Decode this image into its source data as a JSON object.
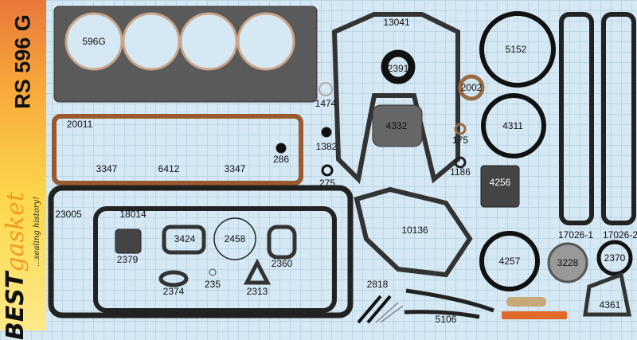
{
  "sidebar": {
    "part_code": "RS 596 G",
    "brand_best": "BEST",
    "brand_gasket": "gasket",
    "tagline": "...sealing history!"
  },
  "parts": [
    {
      "id": "596G"
    },
    {
      "id": "13041"
    },
    {
      "id": "5152"
    },
    {
      "id": "2391"
    },
    {
      "id": "2002"
    },
    {
      "id": "1474"
    },
    {
      "id": "20011"
    },
    {
      "id": "4332"
    },
    {
      "id": "4311"
    },
    {
      "id": "175"
    },
    {
      "id": "1382"
    },
    {
      "id": "3347"
    },
    {
      "id": "6412"
    },
    {
      "id": "3347"
    },
    {
      "id": "286"
    },
    {
      "id": "1186"
    },
    {
      "id": "275"
    },
    {
      "id": "4256"
    },
    {
      "id": "23005"
    },
    {
      "id": "18014"
    },
    {
      "id": "10136"
    },
    {
      "id": "3424"
    },
    {
      "id": "2458"
    },
    {
      "id": "2379"
    },
    {
      "id": "2360"
    },
    {
      "id": "17026-1"
    },
    {
      "id": "17026-2"
    },
    {
      "id": "4257"
    },
    {
      "id": "3228"
    },
    {
      "id": "2370"
    },
    {
      "id": "235"
    },
    {
      "id": "2374"
    },
    {
      "id": "2313"
    },
    {
      "id": "2818"
    },
    {
      "id": "4361"
    },
    {
      "id": "5106"
    }
  ]
}
